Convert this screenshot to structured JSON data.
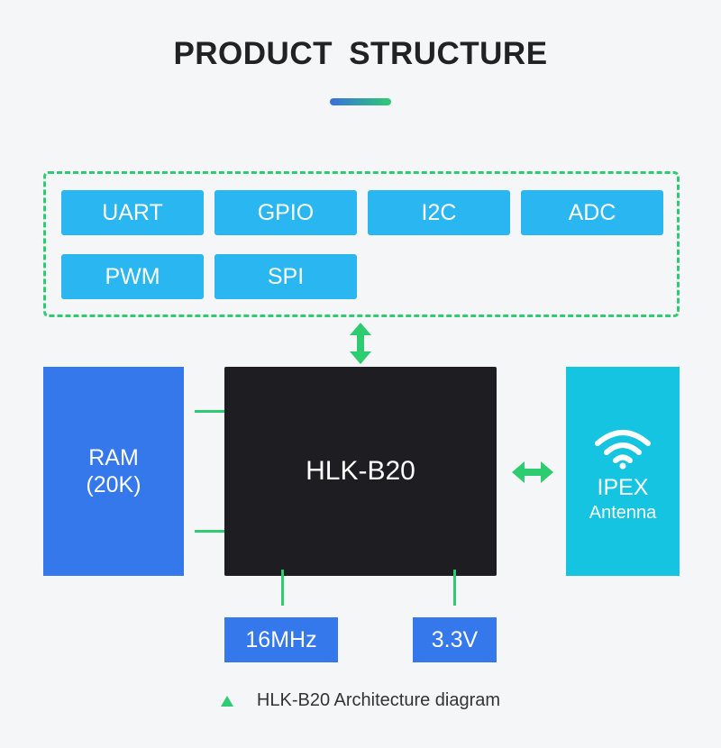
{
  "header": {
    "title": "PRODUCT  STRUCTURE"
  },
  "interfaces": [
    "UART",
    "GPIO",
    "I2C",
    "ADC",
    "PWM",
    "SPI"
  ],
  "ram": {
    "line1": "RAM",
    "line2": "(20K)"
  },
  "chip": {
    "label": "HLK-B20"
  },
  "antenna": {
    "line1": "IPEX",
    "line2": "Antenna",
    "icon": "wifi-icon"
  },
  "clock": {
    "label": "16MHz"
  },
  "power": {
    "label": "3.3V"
  },
  "caption": {
    "text": "HLK-B20 Architecture diagram"
  },
  "colors": {
    "accent_green": "#2ecc71",
    "interface_blue": "#29b6f1",
    "block_blue": "#3478ec",
    "chip_black": "#1e1e22",
    "antenna_cyan": "#14c4e0"
  }
}
